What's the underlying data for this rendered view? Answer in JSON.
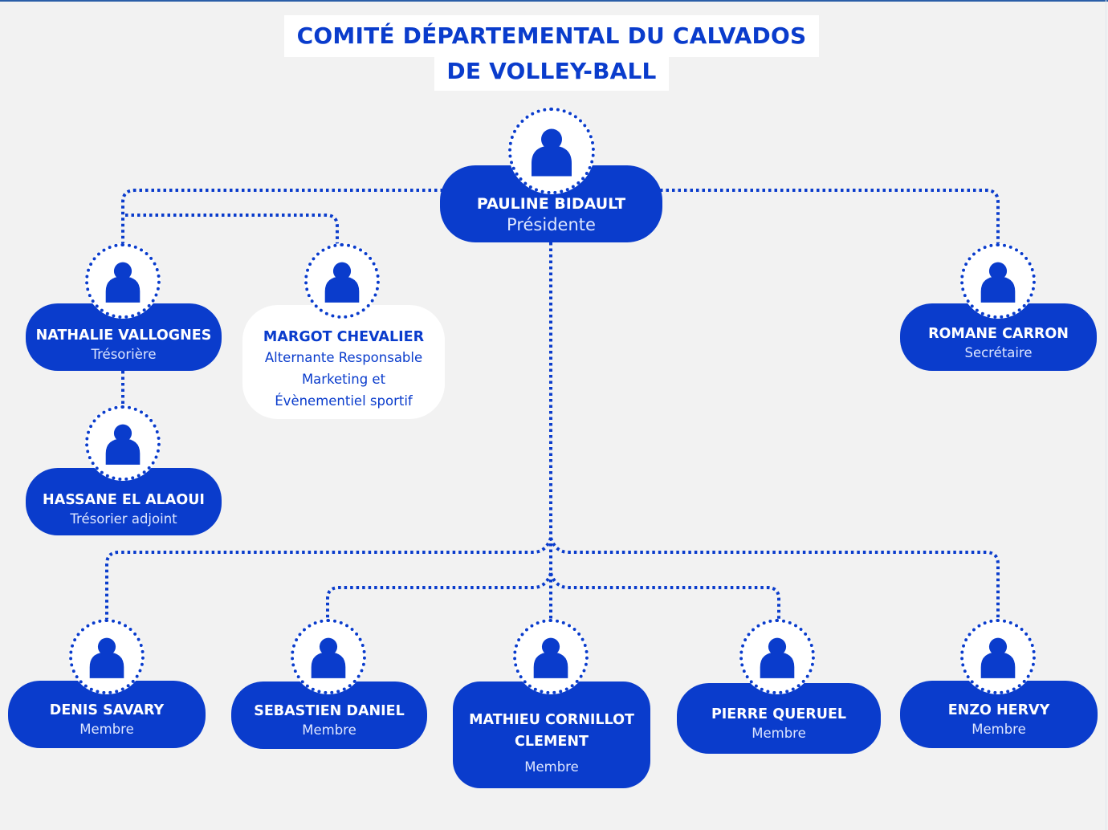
{
  "title": {
    "line1": "COMITÉ DÉPARTEMENTAL DU CALVADOS",
    "line2": "DE VOLLEY-BALL"
  },
  "colors": {
    "primary": "#0a3ccc",
    "background": "#f2f2f2",
    "card_light": "#ffffff"
  },
  "people": {
    "president": {
      "name": "PAULINE BIDAULT",
      "role": "Présidente",
      "icon": "person-icon"
    },
    "treasurer": {
      "name": "NATHALIE VALLOGNES",
      "role": "Trésorière",
      "icon": "person-icon"
    },
    "marketing": {
      "name": "MARGOT CHEVALIER",
      "role_lines": [
        "Alternante Responsable",
        "Marketing et",
        "Évènementiel sportif"
      ],
      "icon": "person-icon"
    },
    "assistant_treasurer": {
      "name": "HASSANE EL ALAOUI",
      "role": "Trésorier adjoint",
      "icon": "person-icon"
    },
    "secretary": {
      "name": "ROMANE CARRON",
      "role": "Secrétaire",
      "icon": "person-icon"
    },
    "members": [
      {
        "name": "DENIS SAVARY",
        "role": "Membre"
      },
      {
        "name": "SEBASTIEN DANIEL",
        "role": "Membre"
      },
      {
        "name_lines": [
          "MATHIEU CORNILLOT",
          "CLEMENT"
        ],
        "role": "Membre"
      },
      {
        "name": "PIERRE QUERUEL",
        "role": "Membre"
      },
      {
        "name": "ENZO HERVY",
        "role": "Membre"
      }
    ]
  }
}
